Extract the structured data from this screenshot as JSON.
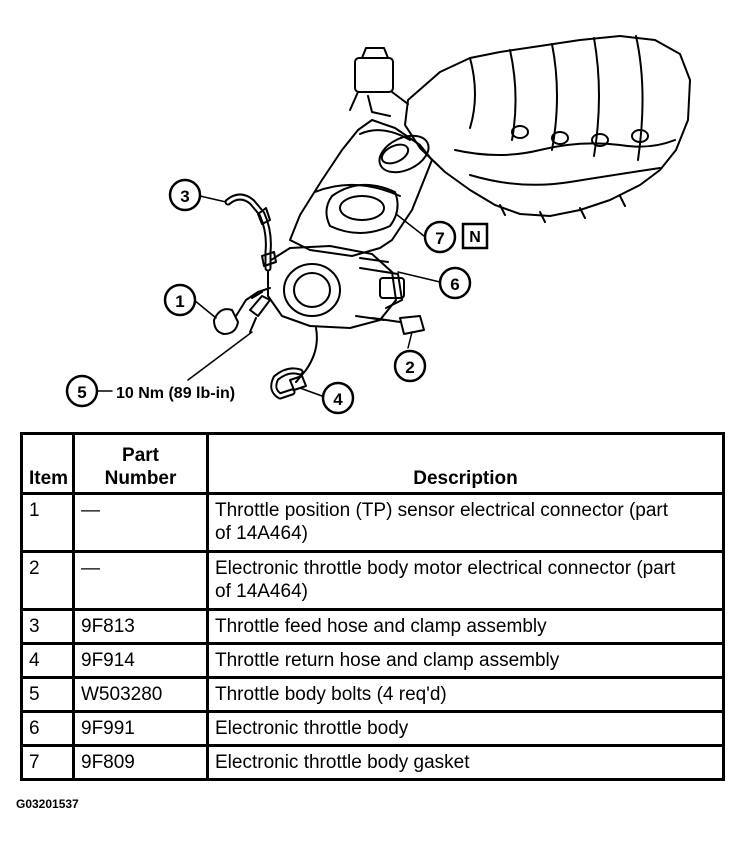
{
  "diagram": {
    "callouts": [
      {
        "id": "1",
        "label": "1"
      },
      {
        "id": "2",
        "label": "2"
      },
      {
        "id": "3",
        "label": "3"
      },
      {
        "id": "4",
        "label": "4"
      },
      {
        "id": "5",
        "label": "5"
      },
      {
        "id": "6",
        "label": "6"
      },
      {
        "id": "7",
        "label": "7"
      }
    ],
    "torque_note": "10 Nm (89 lb-in)",
    "new_part_marker": "N"
  },
  "table": {
    "headers": {
      "item": "Item",
      "part_number_line1": "Part",
      "part_number_line2": "Number",
      "description": "Description"
    },
    "rows": [
      {
        "item": "1",
        "part": "—",
        "desc_line1": "Throttle position (TP) sensor electrical connector (part",
        "desc_line2": "of 14A464)"
      },
      {
        "item": "2",
        "part": "—",
        "desc_line1": "Electronic throttle body motor electrical connector (part",
        "desc_line2": "of 14A464)"
      },
      {
        "item": "3",
        "part": "9F813",
        "desc_line1": "Throttle feed hose and clamp assembly"
      },
      {
        "item": "4",
        "part": "9F914",
        "desc_line1": "Throttle return hose and clamp assembly"
      },
      {
        "item": "5",
        "part": "W503280",
        "desc_line1": "Throttle body bolts (4 req'd)"
      },
      {
        "item": "6",
        "part": "9F991",
        "desc_line1": "Electronic throttle body"
      },
      {
        "item": "7",
        "part": "9F809",
        "desc_line1": "Electronic throttle body gasket"
      }
    ]
  },
  "figure_code": "G03201537"
}
